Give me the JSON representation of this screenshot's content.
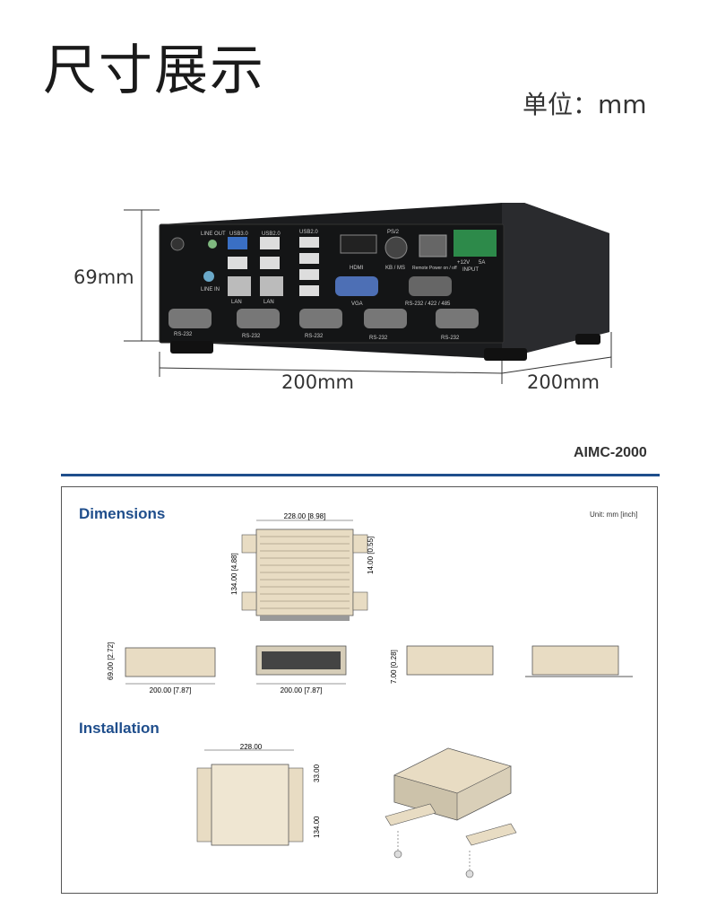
{
  "header": {
    "title": "尺寸展示",
    "unit": "单位：mm"
  },
  "photo": {
    "height_label": "69mm",
    "width_label": "200mm",
    "depth_label": "200mm",
    "port_labels": {
      "line_out": "LINE OUT",
      "line_in": "LINE IN",
      "usb30": "USB3.0",
      "usb20_a": "USB2.0",
      "usb20_b": "USB2.0",
      "lan_a": "LAN",
      "lan_b": "LAN",
      "hdmi": "HDMI",
      "ps2": "PS/2",
      "kbms": "KB / MS",
      "remote": "Remote Power on / off",
      "input_volt": "+12V",
      "input_amp": "5A",
      "input": "INPUT",
      "vga": "VGA",
      "rs232_485": "RS-232 / 422 / 485",
      "rs232": "RS-232"
    }
  },
  "drawing": {
    "model": "AIMC-2000",
    "dimensions_title": "Dimensions",
    "unit_note": "Unit: mm [inch]",
    "top_width": "228.00 [8.98]",
    "top_height": "134.00 [4.88]",
    "top_side": "14.00 [0.55]",
    "front_height": "69.00 [2.72]",
    "front_width": "200.00 [7.87]",
    "rear_width": "200.00 [7.87]",
    "side_depth": "7.00 [0.28]",
    "installation_title": "Installation",
    "inst_width": "228.00",
    "inst_side": "33.00",
    "inst_height": "134.00"
  }
}
